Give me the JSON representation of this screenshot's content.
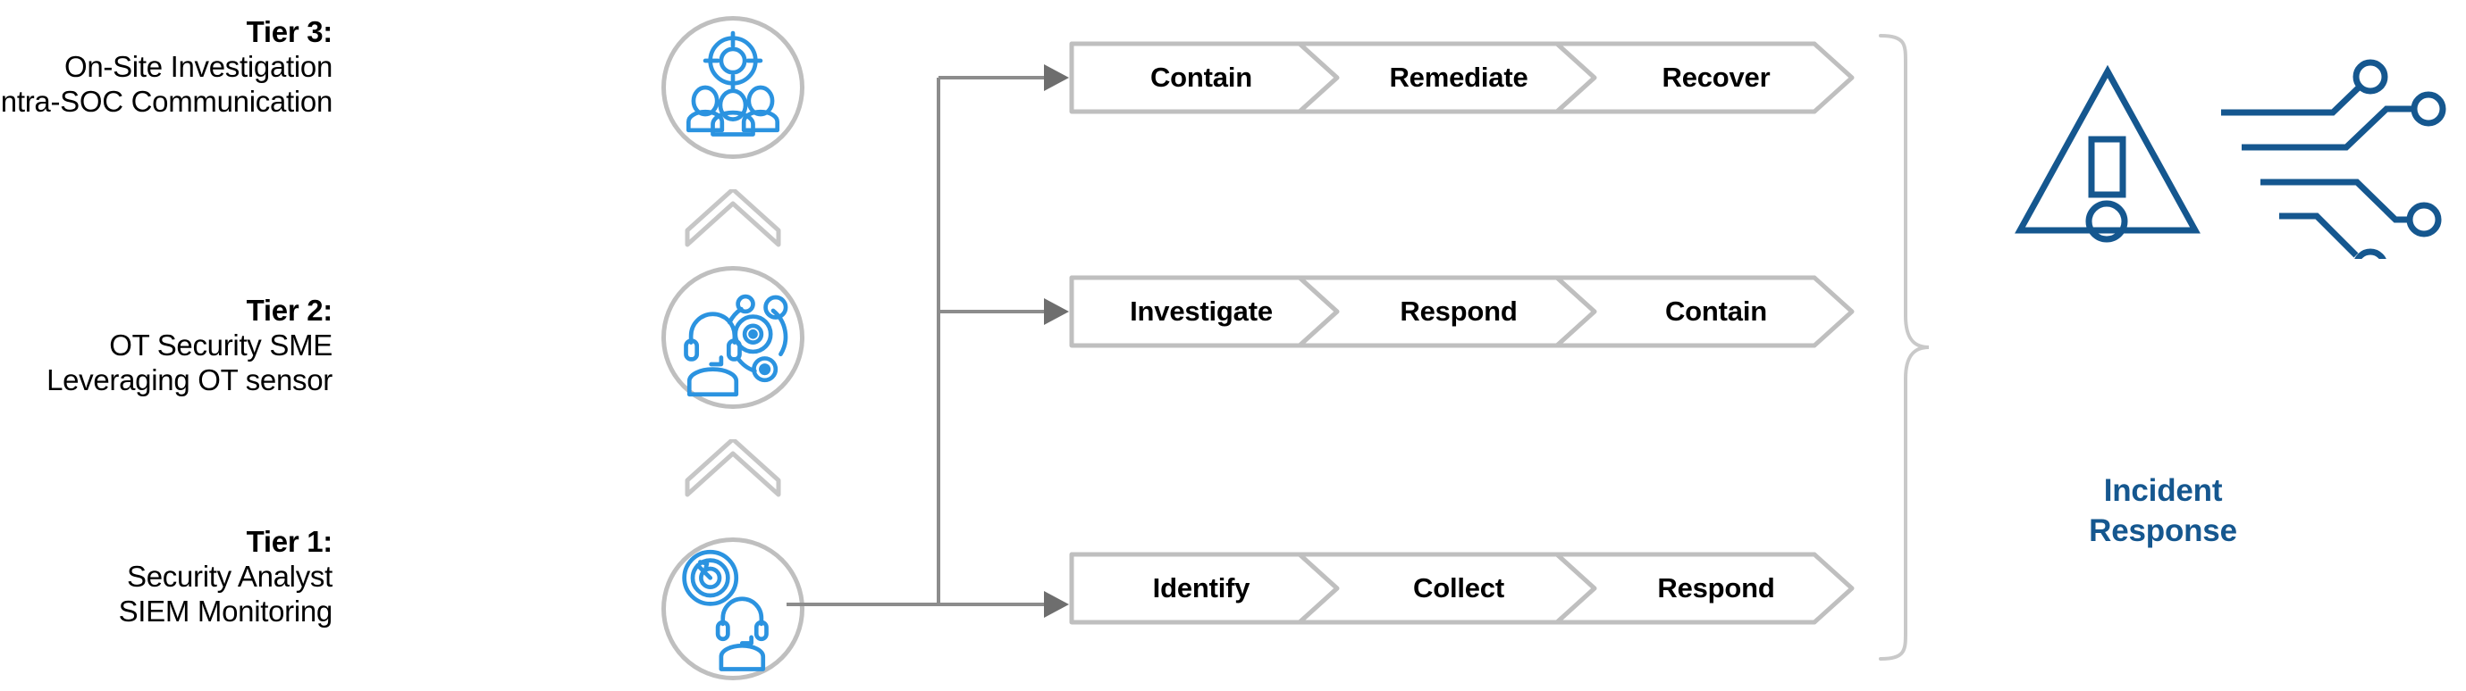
{
  "colors": {
    "icon_blue": "#2b93e0",
    "circle_gray": "#bfbfbf",
    "chevron_gray": "#bfbfbf",
    "connector_gray": "#808080",
    "arrowhead_gray": "#6e6e6e",
    "brace_gray": "#c9c9c9",
    "deep_blue": "#15578f",
    "text_black": "#000000"
  },
  "tiers": [
    {
      "id": "tier-3",
      "title": "Tier 3:",
      "lines": [
        "On-Site Investigation",
        "Intra-SOC Communication"
      ],
      "icon": "target-over-three-people-icon"
    },
    {
      "id": "tier-2",
      "title": "Tier 2:",
      "lines": [
        "OT Security SME",
        "Leveraging OT sensor"
      ],
      "icon": "headset-person-with-network-gear-icon"
    },
    {
      "id": "tier-1",
      "title": "Tier 1:",
      "lines": [
        "Security Analyst",
        "SIEM Monitoring"
      ],
      "icon": "radar-with-headset-person-icon"
    }
  ],
  "tier_connectors": {
    "chevron_up_icon": "chevron-up-icon",
    "count": 2
  },
  "process_rows": [
    {
      "id": "row-tier-3",
      "steps": [
        "Contain",
        "Remediate",
        "Recover"
      ]
    },
    {
      "id": "row-tier-2",
      "steps": [
        "Investigate",
        "Respond",
        "Contain"
      ]
    },
    {
      "id": "row-tier-1",
      "steps": [
        "Identify",
        "Collect",
        "Respond"
      ]
    }
  ],
  "outcome": {
    "caption_line_1": "Incident",
    "caption_line_2": "Response",
    "graphic_icon": "warning-triangle-with-circuit-traces-icon",
    "brace_icon": "right-curly-brace-icon"
  }
}
